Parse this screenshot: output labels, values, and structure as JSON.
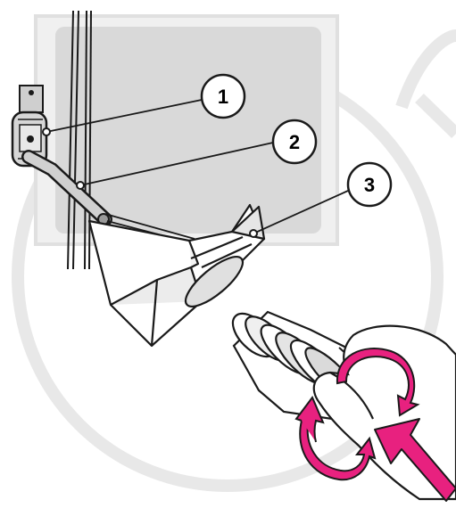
{
  "callouts": [
    {
      "label": "1"
    },
    {
      "label": "2"
    },
    {
      "label": "3"
    }
  ],
  "icons": {
    "rotate_arrows": "rotate-arrows-icon",
    "push_arrow": "push-arrow-icon"
  },
  "colors": {
    "arrow": "#e8217f",
    "panel": "#d9d9d9",
    "watermark": "#e6e6e6",
    "line": "#1a1a1a"
  }
}
